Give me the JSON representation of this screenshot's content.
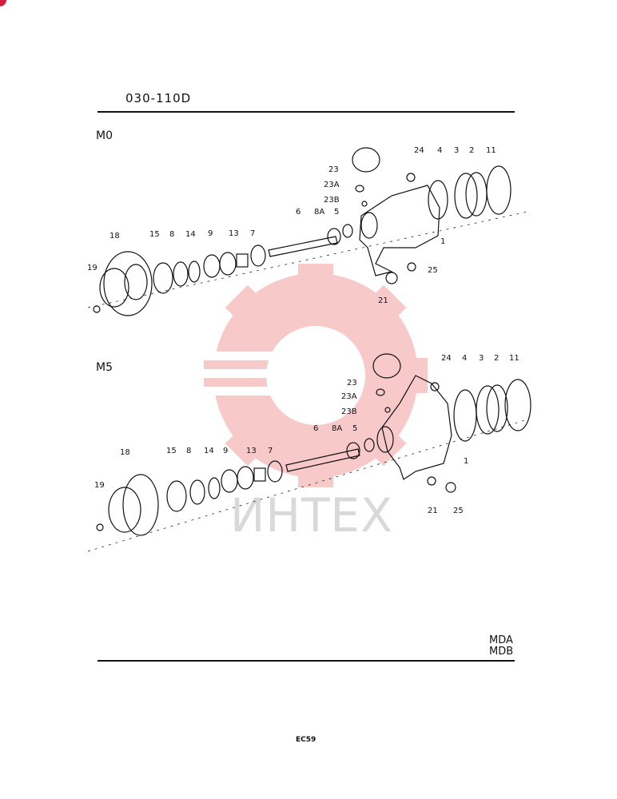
{
  "header": {
    "page_code": "030-110D"
  },
  "sections": [
    {
      "title": "M0",
      "callouts": {
        "c19": "19",
        "c18": "18",
        "c15": "15",
        "c8": "8",
        "c14": "14",
        "c9": "9",
        "c13": "13",
        "c7": "7",
        "c6": "6",
        "c8a": "8A",
        "c5": "5",
        "c23": "23",
        "c23a": "23A",
        "c23b": "23B",
        "c24": "24",
        "c4": "4",
        "c3": "3",
        "c2": "2",
        "c11": "11",
        "c1": "1",
        "c25": "25",
        "c21": "21"
      }
    },
    {
      "title": "M5",
      "callouts": {
        "c19": "19",
        "c18": "18",
        "c15": "15",
        "c8": "8",
        "c14": "14",
        "c9": "9",
        "c13": "13",
        "c7": "7",
        "c6": "6",
        "c8a": "8A",
        "c5": "5",
        "c23": "23",
        "c23a": "23A",
        "c23b": "23B",
        "c24": "24",
        "c4": "4",
        "c3": "3",
        "c2": "2",
        "c11": "11",
        "c1": "1",
        "c21": "21",
        "c25": "25"
      }
    }
  ],
  "footer": {
    "models": [
      "MDA",
      "MDB"
    ],
    "page_number": "EC59"
  },
  "watermark": {
    "text": "ИНТЕХ",
    "color": "#f2a0a0"
  }
}
